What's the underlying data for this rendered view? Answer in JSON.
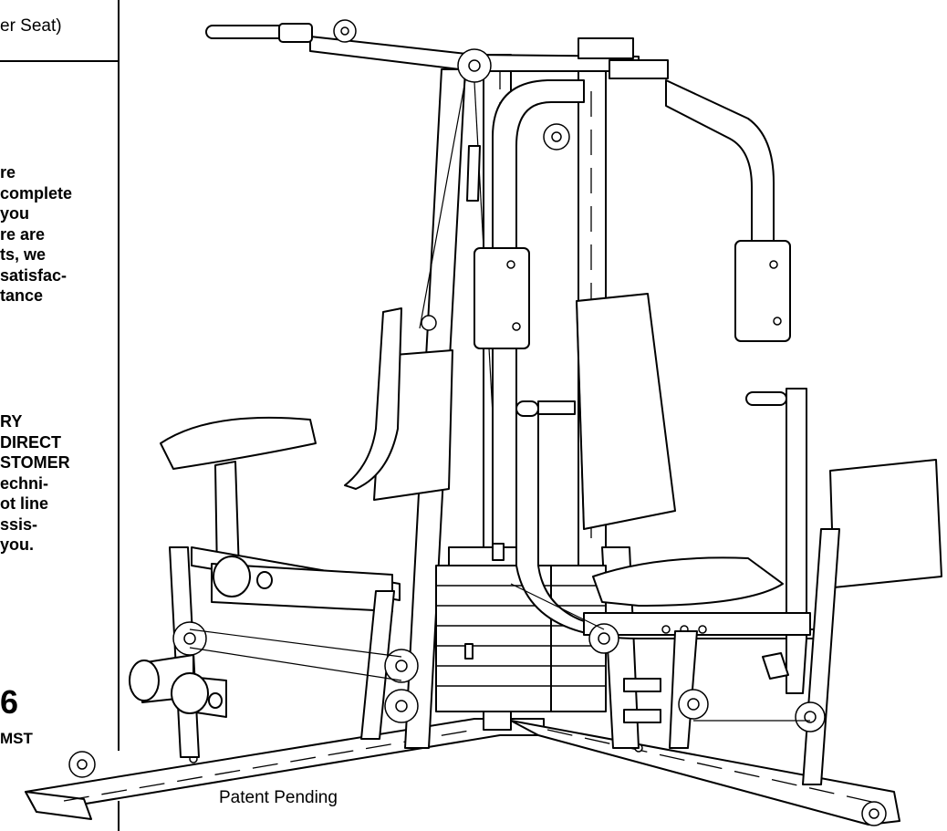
{
  "left_column": {
    "seat_title": "er Seat)",
    "paragraph1": [
      "re",
      "complete",
      "you",
      "re are",
      "ts, we",
      "satisfac-",
      "tance"
    ],
    "paragraph2": [
      "RY",
      "DIRECT",
      "STOMER",
      "echni-",
      "ot line",
      "ssis-",
      "you."
    ],
    "model_number": "6",
    "model_code": "MST"
  },
  "figure": {
    "patent_text": "Patent Pending"
  }
}
